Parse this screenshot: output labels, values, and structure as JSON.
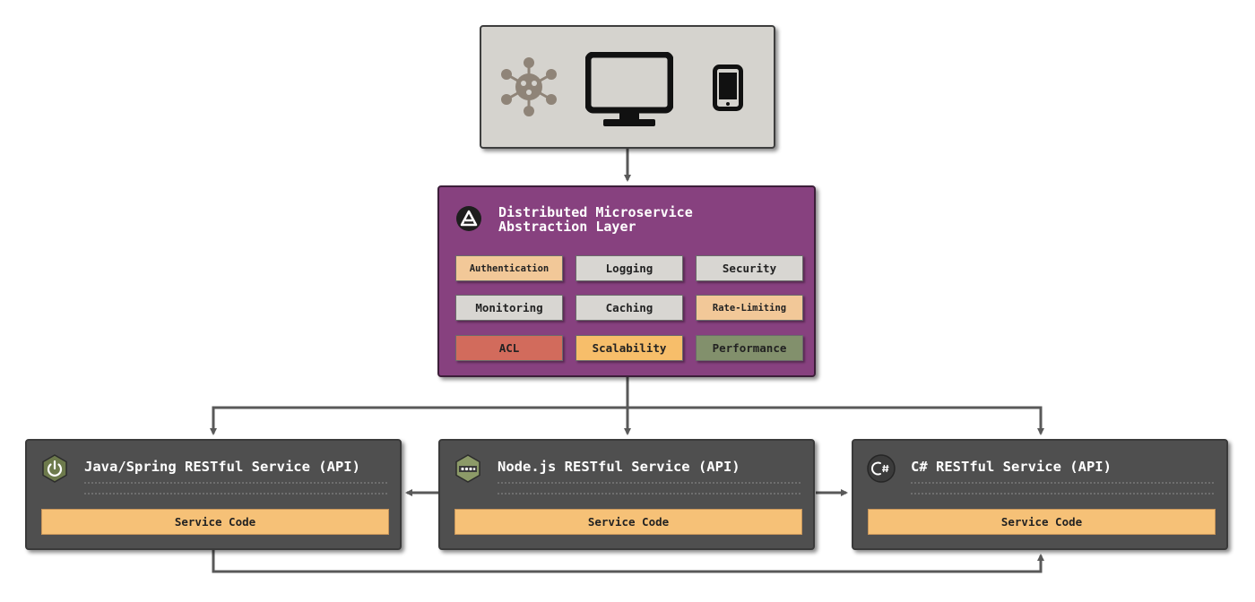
{
  "icons": {
    "clients": [
      "network-hub-icon",
      "desktop-monitor-icon",
      "mobile-phone-icon"
    ],
    "layer": "distributed-layer-logo-icon",
    "services": [
      "spring-power-icon",
      "nodejs-hex-icon",
      "csharp-icon"
    ]
  },
  "layer": {
    "title_line1": "Distributed Microservice",
    "title_line2": "Abstraction Layer",
    "features": [
      {
        "label": "Authentication",
        "color": "#f2c898"
      },
      {
        "label": "Logging",
        "color": "#d8d6d2"
      },
      {
        "label": "Security",
        "color": "#d8d6d2"
      },
      {
        "label": "Monitoring",
        "color": "#d8d6d2"
      },
      {
        "label": "Caching",
        "color": "#d8d6d2"
      },
      {
        "label": "Rate-Limiting",
        "color": "#f2c898"
      },
      {
        "label": "ACL",
        "color": "#d26b5c"
      },
      {
        "label": "Scalability",
        "color": "#f7be6a"
      },
      {
        "label": "Performance",
        "color": "#82906c"
      }
    ]
  },
  "services": [
    {
      "title": "Java/Spring RESTful Service (API)",
      "code_label": "Service Code"
    },
    {
      "title": "Node.js RESTful Service (API)",
      "code_label": "Service Code"
    },
    {
      "title": "C# RESTful Service (API)",
      "code_label": "Service Code"
    }
  ],
  "colors": {
    "layer_bg": "#87417f",
    "service_bg": "#4f4f4f",
    "client_bg": "#d5d3ce",
    "service_code": "#f6c177",
    "connector": "#595959"
  }
}
